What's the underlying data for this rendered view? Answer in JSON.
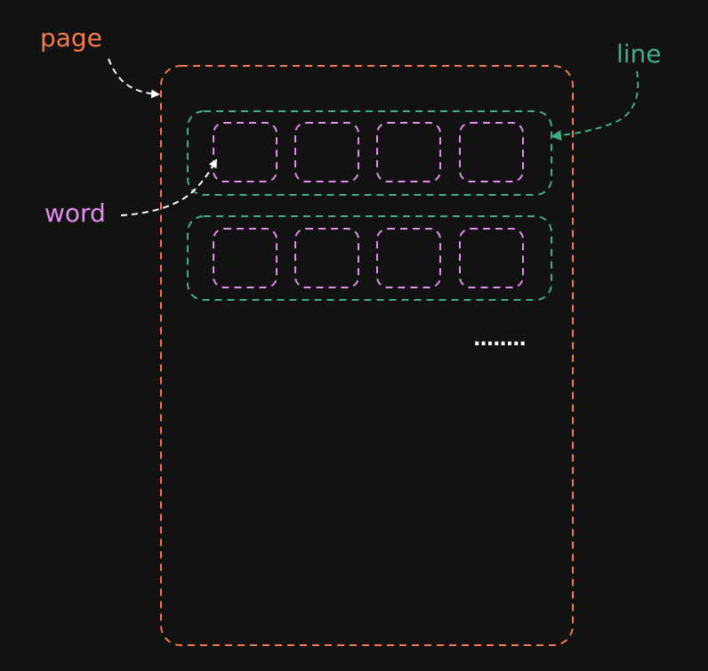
{
  "labels": {
    "page": "page",
    "line": "line",
    "word": "word",
    "ellipsis": "........"
  },
  "colors": {
    "background": "#121212",
    "page": "#f47a4b",
    "line": "#3fae86",
    "word": "#e58cf0",
    "arrow": "#ffffff",
    "ellipsis": "#ffffff"
  },
  "structure": {
    "lines": 2,
    "words_per_line": 4
  }
}
